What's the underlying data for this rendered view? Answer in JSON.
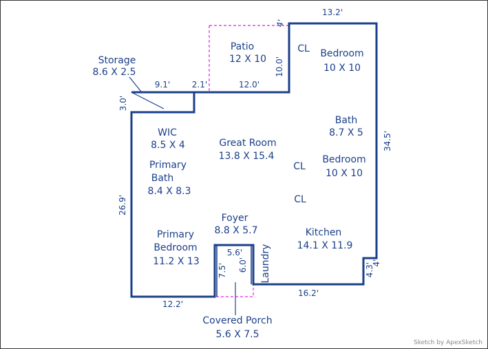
{
  "colors": {
    "wall": "#1a3f8a",
    "text": "#1a3f8a",
    "dashed": "#e020e0",
    "frame": "#333333",
    "credit": "#888888"
  },
  "rooms": {
    "patio": {
      "name": "Patio",
      "size": "12 X 10"
    },
    "bedroom_top": {
      "name": "Bedroom",
      "size": "10 X 10"
    },
    "storage": {
      "name": "Storage",
      "size": "8.6 X 2.5"
    },
    "wic": {
      "name": "WIC",
      "size": "8.5 X 4"
    },
    "great_room": {
      "name": "Great Room",
      "size": "13.8 X 15.4"
    },
    "bath": {
      "name": "Bath",
      "size": "8.7 X 5"
    },
    "primary_bath": {
      "name_line1": "Primary",
      "name_line2": "Bath",
      "size": "8.4 X 8.3"
    },
    "bedroom_mid": {
      "name": "Bedroom",
      "size": "10 X 10"
    },
    "foyer": {
      "name": "Foyer",
      "size": "8.8 X 5.7"
    },
    "primary_bedroom": {
      "name_line1": "Primary",
      "name_line2": "Bedroom",
      "size": "11.2 X 13"
    },
    "kitchen": {
      "name": "Kitchen",
      "size": "14.1 X 11.9"
    },
    "laundry": {
      "name": "Laundry"
    },
    "covered_porch": {
      "name": "Covered Porch",
      "size": "5.6 X 7.5"
    }
  },
  "closets": [
    "CL",
    "CL",
    "CL"
  ],
  "dimensions": {
    "top_right": "13.2'",
    "patio_small": "4'",
    "patio_height": "10.0'",
    "patio_width": "12.0'",
    "storage_width": "9.1'",
    "step_width": "2.1'",
    "storage_height": "3.0'",
    "right_side": "34.5'",
    "left_side": "26.9'",
    "porch_top": "5.6'",
    "porch_left": "7.5'",
    "porch_right": "6.0'",
    "notch_small": "4.3'",
    "notch_small2": "4'",
    "bottom_left": "12.2'",
    "bottom_right": "16.2'"
  },
  "credit": "Sketch by ApexSketch"
}
